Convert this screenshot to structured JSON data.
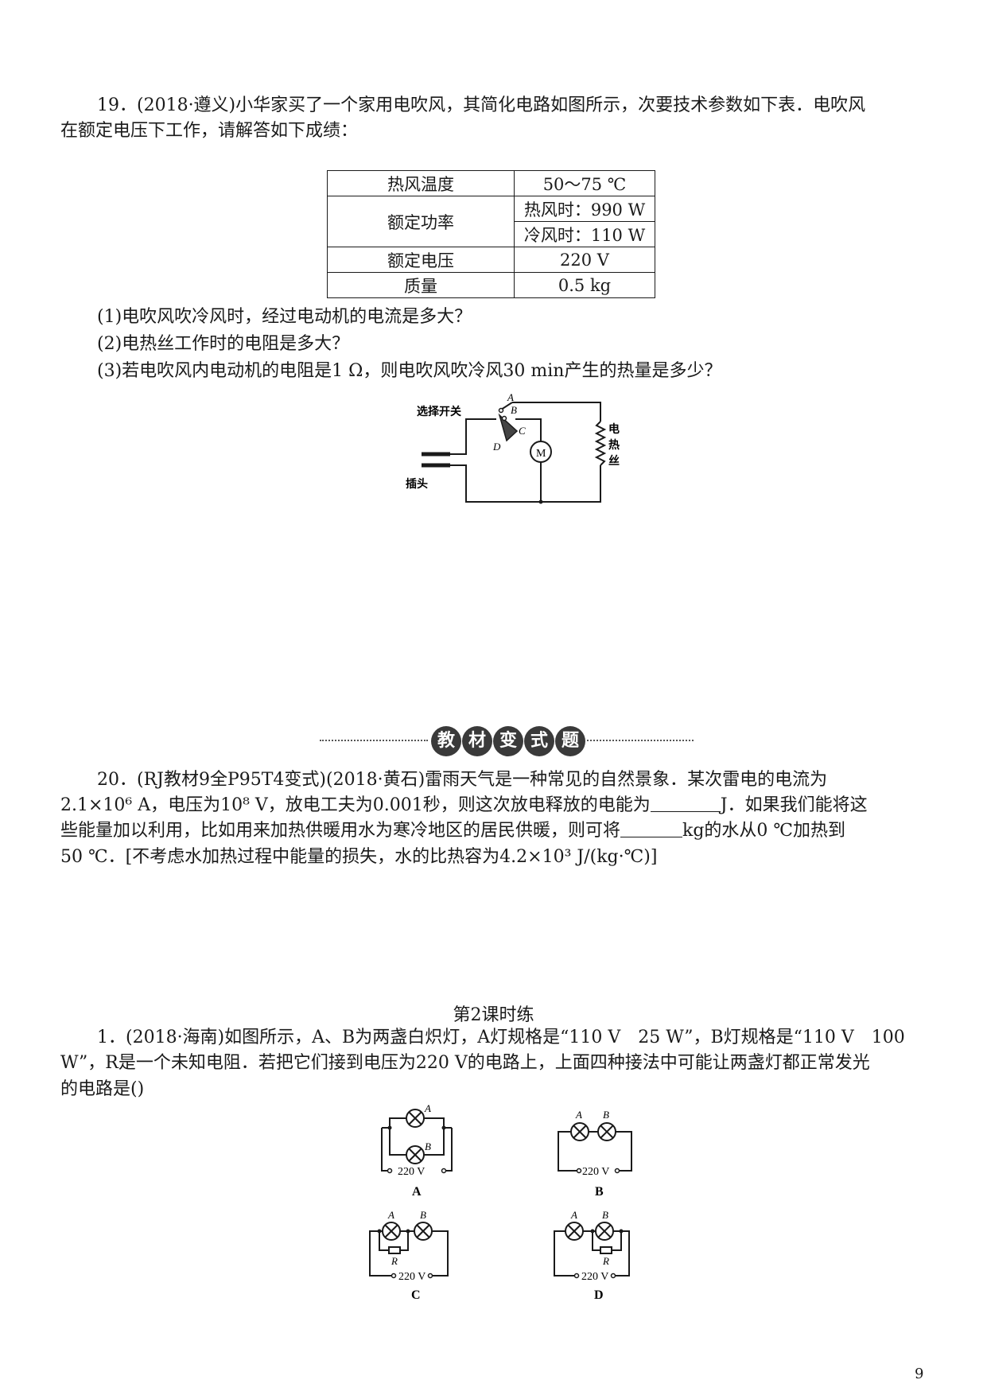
{
  "q19": {
    "line1": "19．(2018·遵义)小华家买了一个家用电吹风，其简化电路如图所示，次要技术参数如下表．电吹风",
    "line2": "在额定电压下工作，请解答如下成绩：",
    "table": {
      "r1c1": "热风温度",
      "r1c2": "50～75 ℃",
      "r2c1": "额定功率",
      "r2c2a": "热风时：990 W",
      "r2c2b": "冷风时：110 W",
      "r3c1": "额定电压",
      "r3c2": "220 V",
      "r4c1": "质量",
      "r4c2": "0.5 kg"
    },
    "sub1": "(1)电吹风吹冷风时，经过电动机的电流是多大？",
    "sub2": "(2)电热丝工作时的电阻是多大？",
    "sub3": "(3)若电吹风内电动机的电阻是1 Ω，则电吹风吹冷风30 min产生的热量是多少？",
    "circuit": {
      "switch_label": "选择开关",
      "plug_label": "插头",
      "motor_label": "M",
      "heater_label1": "电",
      "heater_label2": "热",
      "heater_label3": "丝",
      "A": "A",
      "B": "B",
      "C": "C",
      "D": "D"
    }
  },
  "banner": {
    "c1": "教",
    "c2": "材",
    "c3": "变",
    "c4": "式",
    "c5": "题"
  },
  "q20": {
    "line1": "20．(RJ教材9全P95T4变式)(2018·黄石)雷雨天气是一种常见的自然景象．某次雷电的电流为",
    "line2a": "2.1×10⁶ A，电压为10⁸ V，放电工夫为0.001秒，则这次放电释放的电能为",
    "line2b": "J．如果我们能将这",
    "line3a": "些能量加以利用，比如用来加热供暖用水为寒冷地区的居民供暖，则可将",
    "line3b": "kg的水从0 ℃加热到",
    "line4": "50 ℃．[不考虑水加热过程中能量的损失，水的比热容为4.2×10³ J/(kg·℃)]"
  },
  "section2_title": "第2课时练",
  "q1": {
    "line1": "1．(2018·海南)如图所示，A、B为两盏白炽灯，A灯规格是“110 V　25 W”，B灯规格是“110 V　100",
    "line2": "W”，R是一个未知电阻．若把它们接到电压为220 V的电路上，上面四种接法中可能让两盏灯都正常发光",
    "line3": "的电路是()",
    "diagrams": {
      "lampA": "A",
      "lampB": "B",
      "resistor": "R",
      "voltage": "220 V",
      "optA": "A",
      "optB": "B",
      "optC": "C",
      "optD": "D"
    }
  },
  "page_number": "9"
}
